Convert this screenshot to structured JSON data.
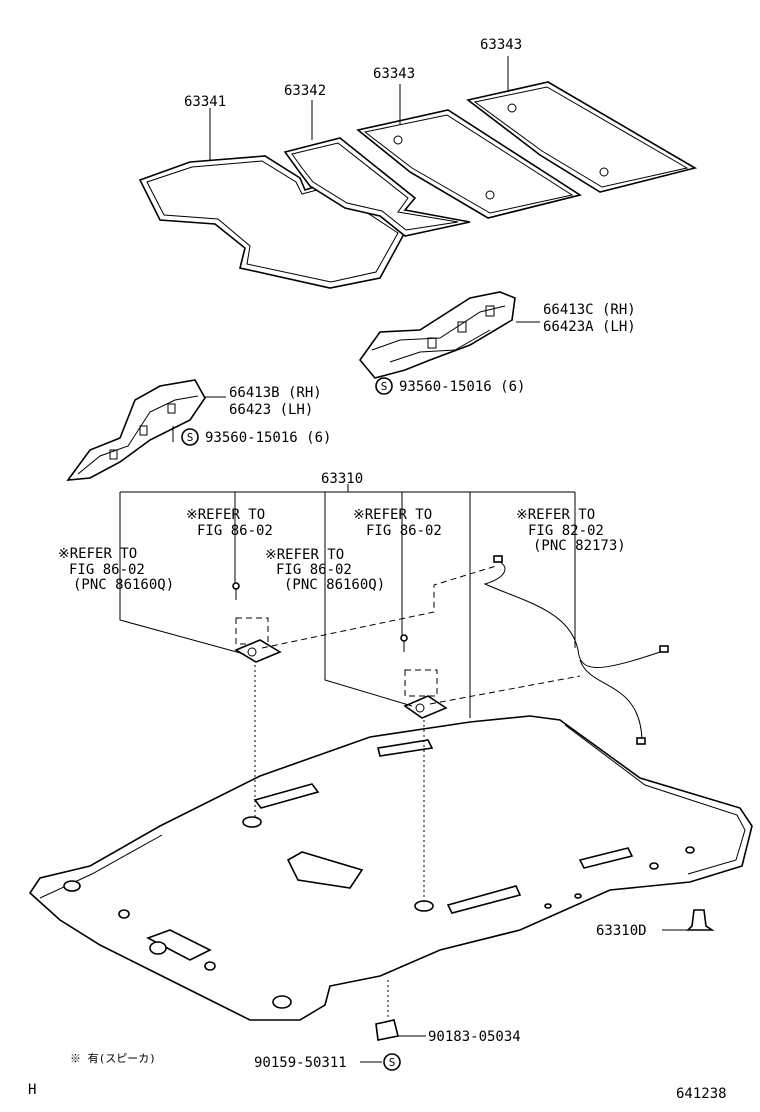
{
  "callouts": {
    "pad_63341": "63341",
    "pad_63342": "63342",
    "pad_63343_a": "63343",
    "pad_63343_b": "63343",
    "bracket_rh_c": "66413C (RH)",
    "bracket_lh_a": "66423A (LH)",
    "screw_upper": "93560-15016 (6)",
    "bracket_rh_b": "66413B (RH)",
    "bracket_lh": "66423  (LH)",
    "screw_lower": "93560-15016 (6)",
    "headlining": "63310",
    "clip": "63310D",
    "clip_lower": "90183-05034",
    "screw_bottom": "90159-50311"
  },
  "references": {
    "ref_a": [
      "※REFER TO",
      "FIG 86-02"
    ],
    "ref_b": [
      "※REFER TO",
      "FIG 86-02"
    ],
    "ref_c": [
      "※REFER TO",
      "FIG 86-02",
      "(PNC 86160Q)"
    ],
    "ref_d": [
      "※REFER TO",
      "FIG 86-02",
      "(PNC 86160Q)"
    ],
    "ref_e": [
      "※REFER TO",
      "FIG 82-02",
      "(PNC 82173)"
    ]
  },
  "screw_symbol": "S",
  "footnote": "※ 有(スピーカ)",
  "corner_mark": "H",
  "figure_number": "641238"
}
